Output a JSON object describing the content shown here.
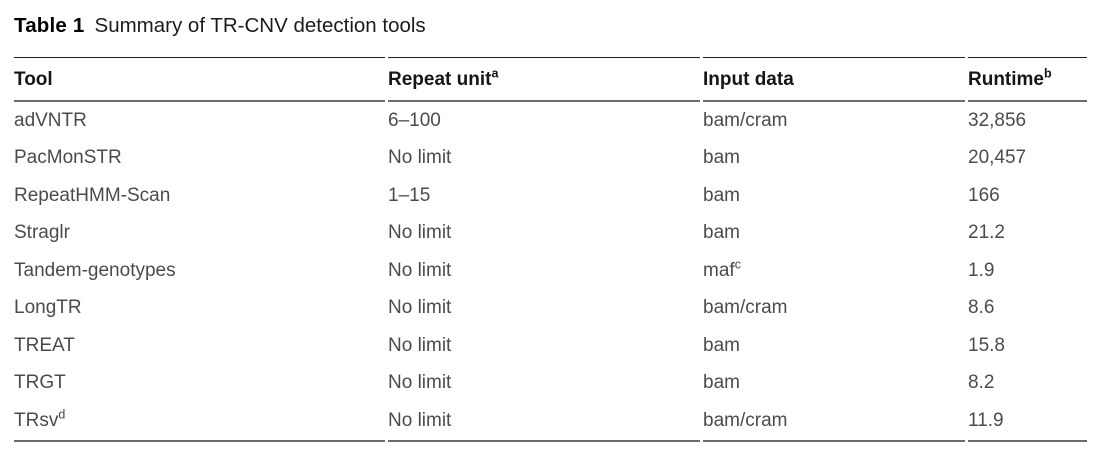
{
  "title": {
    "label": "Table 1",
    "text": "Summary of TR-CNV detection tools"
  },
  "colors": {
    "background": "#ffffff",
    "title_text": "#000000",
    "header_text": "#161616",
    "body_text": "#4b4b4d",
    "rule_top": "#1f1f1f",
    "rule_gray": "#6a6b6d"
  },
  "table": {
    "columns": [
      {
        "label": "Tool",
        "sup": ""
      },
      {
        "label": "Repeat unit",
        "sup": "a"
      },
      {
        "label": "Input data",
        "sup": ""
      },
      {
        "label": "Runtime",
        "sup": "b"
      }
    ],
    "rows": [
      {
        "tool": "adVNTR",
        "tool_sup": "",
        "repeat_unit": "6–100",
        "input_data": "bam/cram",
        "input_sup": "",
        "runtime": "32,856"
      },
      {
        "tool": "PacMonSTR",
        "tool_sup": "",
        "repeat_unit": "No limit",
        "input_data": "bam",
        "input_sup": "",
        "runtime": "20,457"
      },
      {
        "tool": "RepeatHMM-Scan",
        "tool_sup": "",
        "repeat_unit": "1–15",
        "input_data": "bam",
        "input_sup": "",
        "runtime": "166"
      },
      {
        "tool": "Straglr",
        "tool_sup": "",
        "repeat_unit": "No limit",
        "input_data": "bam",
        "input_sup": "",
        "runtime": "21.2"
      },
      {
        "tool": "Tandem-genotypes",
        "tool_sup": "",
        "repeat_unit": "No limit",
        "input_data": "maf",
        "input_sup": "c",
        "runtime": "1.9"
      },
      {
        "tool": "LongTR",
        "tool_sup": "",
        "repeat_unit": "No limit",
        "input_data": "bam/cram",
        "input_sup": "",
        "runtime": "8.6"
      },
      {
        "tool": "TREAT",
        "tool_sup": "",
        "repeat_unit": "No limit",
        "input_data": "bam",
        "input_sup": "",
        "runtime": "15.8"
      },
      {
        "tool": "TRGT",
        "tool_sup": "",
        "repeat_unit": "No limit",
        "input_data": "bam",
        "input_sup": "",
        "runtime": "8.2"
      },
      {
        "tool": "TRsv",
        "tool_sup": "d",
        "repeat_unit": "No limit",
        "input_data": "bam/cram",
        "input_sup": "",
        "runtime": "11.9"
      }
    ]
  }
}
